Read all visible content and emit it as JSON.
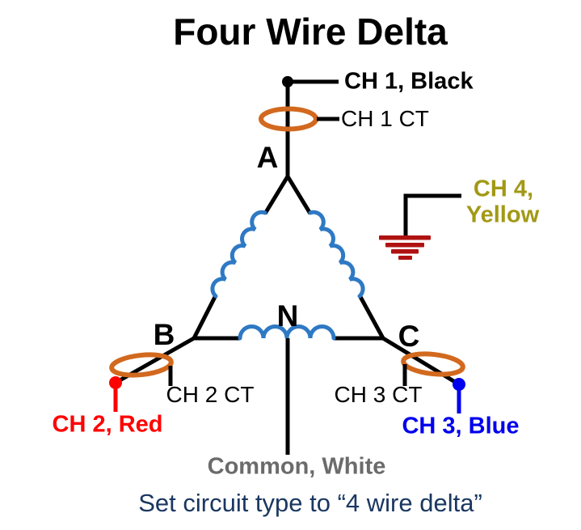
{
  "title": "Four Wire Delta",
  "labels": {
    "ch1": "CH 1, Black",
    "ch1_ct": "CH 1 CT",
    "ch2": "CH 2, Red",
    "ch2_ct": "CH 2 CT",
    "ch3": "CH 3, Blue",
    "ch3_ct": "CH 3 CT",
    "ch4_line1": "CH 4,",
    "ch4_line2": "Yellow",
    "node_a": "A",
    "node_b": "B",
    "node_c": "C",
    "node_n": "N",
    "common": "Common, White",
    "instruction": "Set circuit type to “4 wire delta”"
  },
  "colors": {
    "wire": "#000000",
    "coil": "#2E79C4",
    "ct": "#D2691E",
    "red": "#FF0000",
    "blue": "#0000EE",
    "yellow": "#A29915",
    "ground": "#B01212",
    "gray": "#6B6B6B",
    "navy": "#1A3761"
  }
}
